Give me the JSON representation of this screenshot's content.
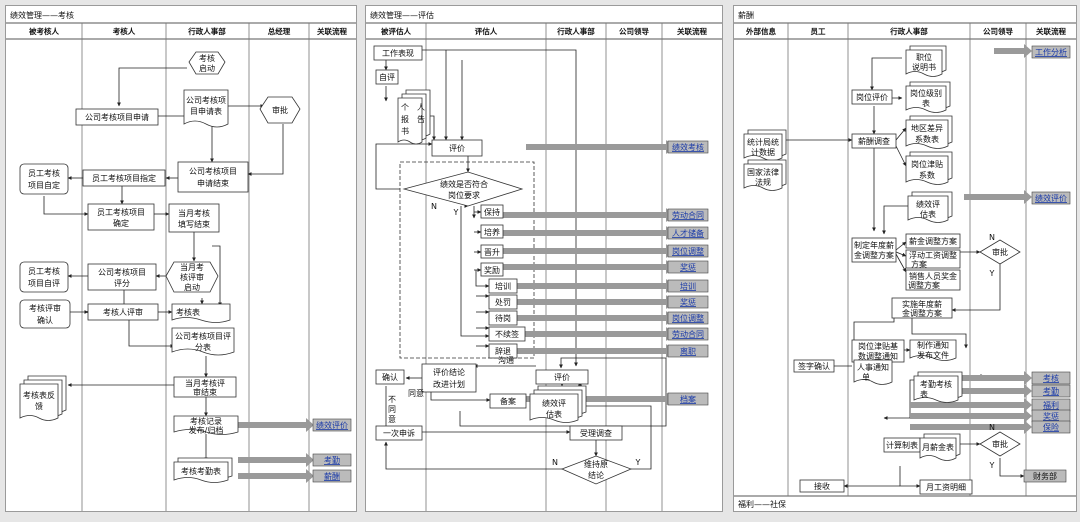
{
  "panels": [
    {
      "title": "绩效管理——考核",
      "lanes": [
        "被考核人",
        "考核人",
        "行政人事部",
        "总经理",
        "关联流程"
      ],
      "nodes": {
        "start": [
          "考核",
          "启动"
        ],
        "apply_form": [
          "公司考核项",
          "目申请表"
        ],
        "apply": [
          "公司考核项目申请"
        ],
        "approve": [
          "审批"
        ],
        "self_set": [
          "员工考核",
          "项目自定"
        ],
        "assign": [
          "员工考核项目指定"
        ],
        "apply_end": [
          "公司考核项目",
          "申请结束"
        ],
        "item_ok": [
          "员工考核项目",
          "确定"
        ],
        "fill_form": [
          "当月考核",
          "填写结束"
        ],
        "review_start": [
          "当月考",
          "核评审",
          "启动"
        ],
        "self_eval": [
          "员工考核",
          "项目自评"
        ],
        "score": [
          "公司考核项目",
          "评分"
        ],
        "confirm": [
          "考核评审",
          "确认"
        ],
        "reviewer": [
          "考核人评审"
        ],
        "table": [
          "考核表"
        ],
        "score_sheet": [
          "公司考核项目评",
          "分表"
        ],
        "feedback": [
          "考核表反",
          "馈"
        ],
        "review_end": [
          "当月考核评",
          "审结束"
        ],
        "record": [
          "考核记录",
          "发布/归档"
        ],
        "attendance": [
          "考核考勤表"
        ]
      },
      "links": [
        "绩效评价",
        "考勤",
        "薪酬"
      ]
    },
    {
      "title": "绩效管理——评估",
      "lanes": [
        "被评估人",
        "评估人",
        "行政人事部",
        "公司领导",
        "关联流程"
      ],
      "nodes": {
        "work": [
          "工作表现"
        ],
        "self": [
          "自评"
        ],
        "report": [
          "个",
          "人",
          "报",
          "告",
          "书"
        ],
        "evaluate": [
          "评价"
        ],
        "decision": [
          "绩效是否符合",
          "岗位要求"
        ],
        "n": "N",
        "y": "Y",
        "keep": [
          "保持"
        ],
        "train": [
          "培养"
        ],
        "promote": [
          "晋升"
        ],
        "reward": [
          "奖励"
        ],
        "training": [
          "培训"
        ],
        "punish": [
          "处罚"
        ],
        "wait": [
          "待岗"
        ],
        "no_renew": [
          "不续签"
        ],
        "dismiss": [
          "辞退"
        ],
        "confirm": [
          "确认"
        ],
        "conclusion": [
          "评价结论",
          "改进计划"
        ],
        "comm": "沟通",
        "evaluate2": [
          "评价"
        ],
        "agree": "同意",
        "disagree": [
          "不",
          "同",
          "意"
        ],
        "file": [
          "备案"
        ],
        "form": [
          "绩效评",
          "估表"
        ],
        "appeal": [
          "一次申诉"
        ],
        "accept": [
          "受理调查"
        ],
        "keep_result": [
          "维持原",
          "结论"
        ],
        "n2": "N",
        "y2": "Y"
      },
      "links": [
        "绩效考核",
        "劳动合同",
        "人才储备",
        "岗位调整",
        "奖惩",
        "培训",
        "奖惩",
        "岗位调整",
        "劳动合同",
        "离职",
        "档案"
      ]
    },
    {
      "title": "薪酬",
      "lanes": [
        "外部信息",
        "员工",
        "行政人事部",
        "公司领导",
        "关联流程"
      ],
      "nodes": {
        "job_desc": [
          "职位",
          "说明书"
        ],
        "post_eval": [
          "岗位评价"
        ],
        "post_level": [
          "岗位级别",
          "表"
        ],
        "survey": [
          "薪酬调查"
        ],
        "stats": [
          "统计局统",
          "计数据"
        ],
        "law": [
          "国家法律",
          "法规"
        ],
        "region": [
          "地区差异",
          "系数表"
        ],
        "allow": [
          "岗位津贴",
          "系数"
        ],
        "perf_form": [
          "绩效评",
          "估表"
        ],
        "plan": [
          "制定年度薪",
          "金调整方案"
        ],
        "adj_plan": [
          "薪金调整方案"
        ],
        "float_plan": [
          "浮动工资调整",
          "方案"
        ],
        "sales_plan": [
          "销售人员奖金",
          "调整方案"
        ],
        "approve": [
          "审批"
        ],
        "n": "N",
        "y": "Y",
        "impl": [
          "实施年度薪",
          "金调整方案"
        ],
        "allow_adj": [
          "岗位津贴基",
          "数调整通知"
        ],
        "notice": [
          "制作通知",
          "发布文件"
        ],
        "sign": [
          "签字确认"
        ],
        "hr_notice": [
          "人事通知",
          "单"
        ],
        "assess": [
          "考勤考核",
          "表"
        ],
        "calc": [
          "计算制表"
        ],
        "salary": [
          "月薪金表"
        ],
        "approve2": [
          "审批"
        ],
        "n2": "N",
        "y2": "Y",
        "receive": [
          "接收"
        ],
        "detail": [
          "月工资明细"
        ],
        "finance": [
          "财务部"
        ]
      },
      "links": [
        "工作分析",
        "绩效评价",
        "考核",
        "考勤",
        "福利",
        "奖惩",
        "保险"
      ],
      "footer": "福利——社保"
    }
  ]
}
